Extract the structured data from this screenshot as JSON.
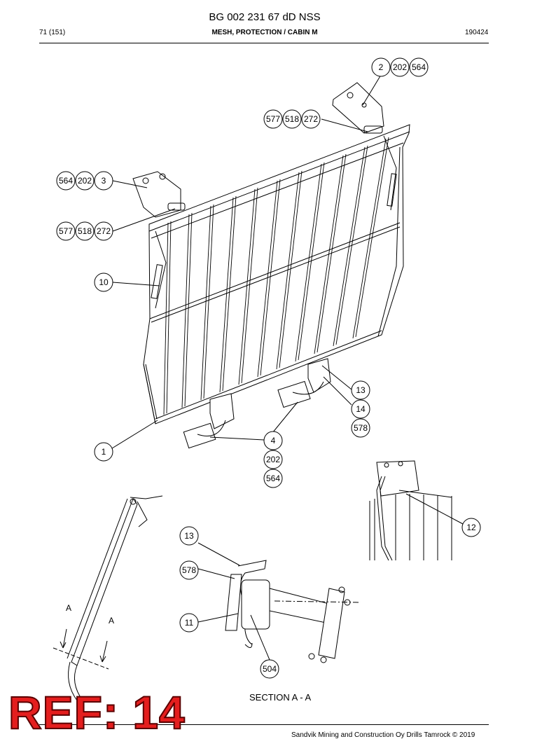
{
  "header": {
    "doc_number": "BG 002 231 67 dD NSS",
    "page": "71 (151)",
    "title": "MESH, PROTECTION / CABIN M",
    "date": "190424"
  },
  "callouts": {
    "c1": "1",
    "c2": "2",
    "c3": "3",
    "c4": "4",
    "c10": "10",
    "c11": "11",
    "c12": "12",
    "c13a": "13",
    "c13b": "13",
    "c14": "14",
    "c202a": "202",
    "c202b": "202",
    "c202c": "202",
    "c272a": "272",
    "c272b": "272",
    "c504": "504",
    "c518a": "518",
    "c518b": "518",
    "c564a": "564",
    "c564b": "564",
    "c564c": "564",
    "c577a": "577",
    "c577b": "577",
    "c578a": "578",
    "c578b": "578"
  },
  "section_marks": {
    "a1": "A",
    "a2": "A"
  },
  "section_label": "SECTION A - A",
  "stamp": "REF: 14",
  "footer": "Sandvik Mining and Construction Oy Drills Tamrock © 2019"
}
